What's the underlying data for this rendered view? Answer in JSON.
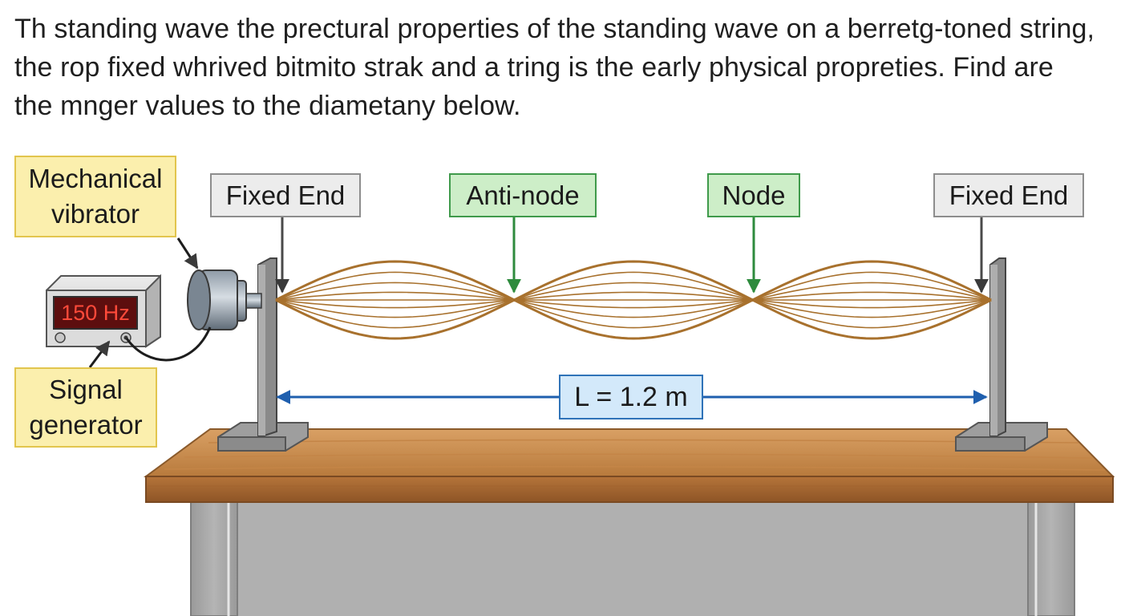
{
  "question": {
    "lines": [
      "Th  standing wave the prectural properties of the standing wave on a berretg-toned string,",
      "the rop fixed whrived bitmito strak and a tring is the early physical propreties.  Find are",
      "the mnger values to the diametany below."
    ]
  },
  "labels": {
    "mechanical_vibrator": [
      "Mechanical",
      "vibrator"
    ],
    "signal_generator": [
      "Signal",
      "generator"
    ],
    "fixed_end_left": "Fixed End",
    "antinode": "Anti-node",
    "node": "Node",
    "fixed_end_right": "Fixed End",
    "length": "L = 1.2 m"
  },
  "signal_generator": {
    "display": "150 Hz"
  },
  "standing_wave": {
    "loops": 3,
    "length_m": 1.2
  },
  "colors": {
    "string": "#a8712d",
    "dimension_arrow": "#1f5fae",
    "green_arrow": "#2e8b3d",
    "table_top": "#c98d4c",
    "table_frame": "#9b9b9b"
  }
}
